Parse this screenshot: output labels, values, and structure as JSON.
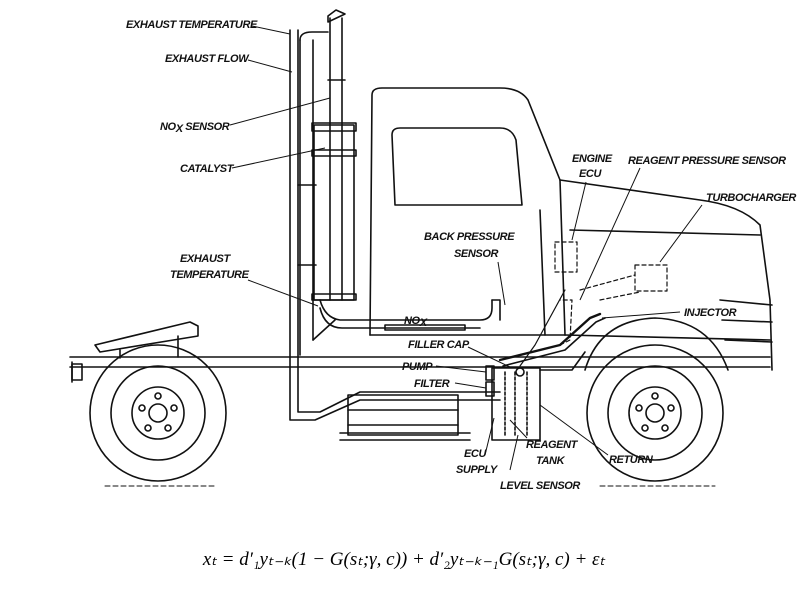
{
  "diagram": {
    "labels": {
      "exhaust_temperature_top": "EXHAUST TEMPERATURE",
      "exhaust_flow": "EXHAUST FLOW",
      "nox_sensor": "NO",
      "nox_sensor_sub": "X",
      "nox_sensor_suffix": " SENSOR",
      "catalyst": "CATALYST",
      "exhaust_temperature_l1": "EXHAUST",
      "exhaust_temperature_l2": "TEMPERATURE",
      "engine_ecu_l1": "ENGINE",
      "engine_ecu_l2": "ECU",
      "reagent_pressure_sensor": "REAGENT PRESSURE SENSOR",
      "turbocharger": "TURBOCHARGER",
      "back_pressure_l1": "BACK PRESSURE",
      "back_pressure_l2": "SENSOR",
      "nox_inline": "NO",
      "nox_inline_sub": "X",
      "injector": "INJECTOR",
      "filler_cap": "FILLER CAP",
      "pump": "PUMP",
      "filter": "FILTER",
      "ecu_supply_l1": "ECU",
      "ecu_supply_l2": "SUPPLY",
      "reagent_tank_l1": "REAGENT",
      "reagent_tank_l2": "TANK",
      "level_sensor": "LEVEL SENSOR",
      "return": "RETURN"
    }
  },
  "formula": "xₜ = d′₁yₜ₋ₖ(1 − G(sₜ;γ, c)) + d′₂yₜ₋ₖ₋₁G(sₜ;γ, c) + εₜ"
}
